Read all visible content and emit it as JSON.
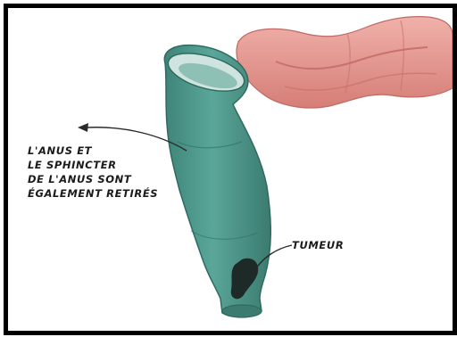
{
  "labels": {
    "anus_line1": "L'ANUS ET",
    "anus_line2": "LE SPHINCTER",
    "anus_line3": "DE L'ANUS SONT",
    "anus_line4": "ÉGALEMENT RETIRÉS",
    "tumeur": "TUMEUR"
  },
  "colors": {
    "rectum": "#4f9a8d",
    "rectum_dark": "#3b7b70",
    "colon": "#e79a93",
    "colon_dark": "#c9716b",
    "tumor": "#1e2a27",
    "frame": "#000000"
  }
}
